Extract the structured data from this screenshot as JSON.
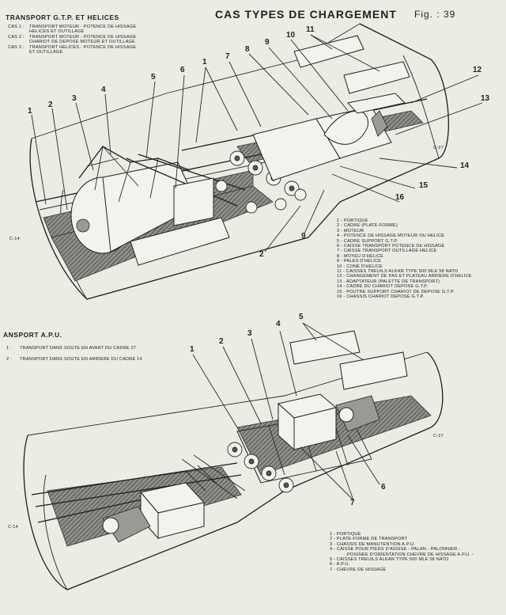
{
  "header": {
    "title": "CAS TYPES DE CHARGEMENT",
    "fig_label": "Fig. : 39"
  },
  "section1": {
    "title": "TRANSPORT G.T.P. ET HELICES",
    "cases": [
      {
        "key": "CAS 1 :",
        "lines": [
          "TRANSPORT MOTEUR - POTENCE DE HISSAGE",
          "HELICES ET OUTILLAGE"
        ]
      },
      {
        "key": "CAS 2 :",
        "lines": [
          "TRANSPORT MOTEUR - POTENCE DE HISSAGE",
          "CHARIOT DE DEPOSE MOTEUR ET OUTILLAGE"
        ]
      },
      {
        "key": "CAS 3 :",
        "lines": [
          "TRANSPORT HELICES - POTENCE DE HISSAGE",
          "ET OUTILLAGE"
        ]
      }
    ],
    "frame_labels": [
      "C-27",
      "C-14"
    ],
    "callouts": [
      "1",
      "2",
      "3",
      "4",
      "5",
      "6",
      "1",
      "7",
      "8",
      "9",
      "10",
      "11",
      "12",
      "13",
      "14",
      "15",
      "16",
      "9",
      "2"
    ],
    "legend": [
      "1 - PORTIQUE",
      "2 - CADRE (PLATE-FORME)",
      "3 - MOTEUR",
      "4 - POTENCE DE HISSAGE MOTEUR OU HELICE",
      "5 - CADRE SUPPORT G.T.P.",
      "6 - CAISSE TRANSPORT POTENCE DE HISSAGE",
      "7 - CAISSE TRANSPORT OUTILLAGE HELICE",
      "8 - MOYEU D'HELICE",
      "9 - PALES D'HELICE",
      "10 - CONE D'HELICE",
      "11 - CAISSES TREUILS ALKAN TYPE 500 Mle 58 NATO",
      "12 - CHANGEMENT DE PAS ET PLATEAU ARRIERE D'HELICE",
      "13 - ADAPTATEUR (PALETTE DE TRANSPORT)",
      "14 - CADRE DU CHARIOT DEPOSE G.T.P.",
      "15 - POUTRE SUPPORT CHARIOT DE DEPOSE G.T.P.",
      "16 - CHASSIS CHARIOT DEPOSE G.T.P."
    ]
  },
  "section2": {
    "title": "ANSPORT A.P.U.",
    "cases": [
      {
        "key": "1 :",
        "lines": [
          "TRANSPORT DANS SOUTE EN AVANT DU CADRE 27"
        ]
      },
      {
        "key": "2 :",
        "lines": [
          "TRANSPORT DANS SOUTE EN ARRIERE DU CADRE 14"
        ]
      }
    ],
    "frame_labels": [
      "C-27",
      "C-14"
    ],
    "callouts": [
      "1",
      "2",
      "3",
      "4",
      "5",
      "6",
      "7"
    ],
    "legend": [
      "1 - PORTIQUE",
      "2 - PLATE-FORME DE TRANSPORT",
      "3 - CHASSIS DE MANUTENTION A.P.U.",
      "4 - CAISSE POUR PIEDS D'ASSISE - PALAN - PALONNIER -",
      "POIGNEE D'ORIENTATION CHEVRE DE HISSAGE A.P.U. -",
      "5 - CAISSES TREUILS ALKAN TYPE 500 Mle 58 NATO",
      "6 - A.P.U.",
      "7 - CHEVRE DE HISSAGE"
    ]
  }
}
